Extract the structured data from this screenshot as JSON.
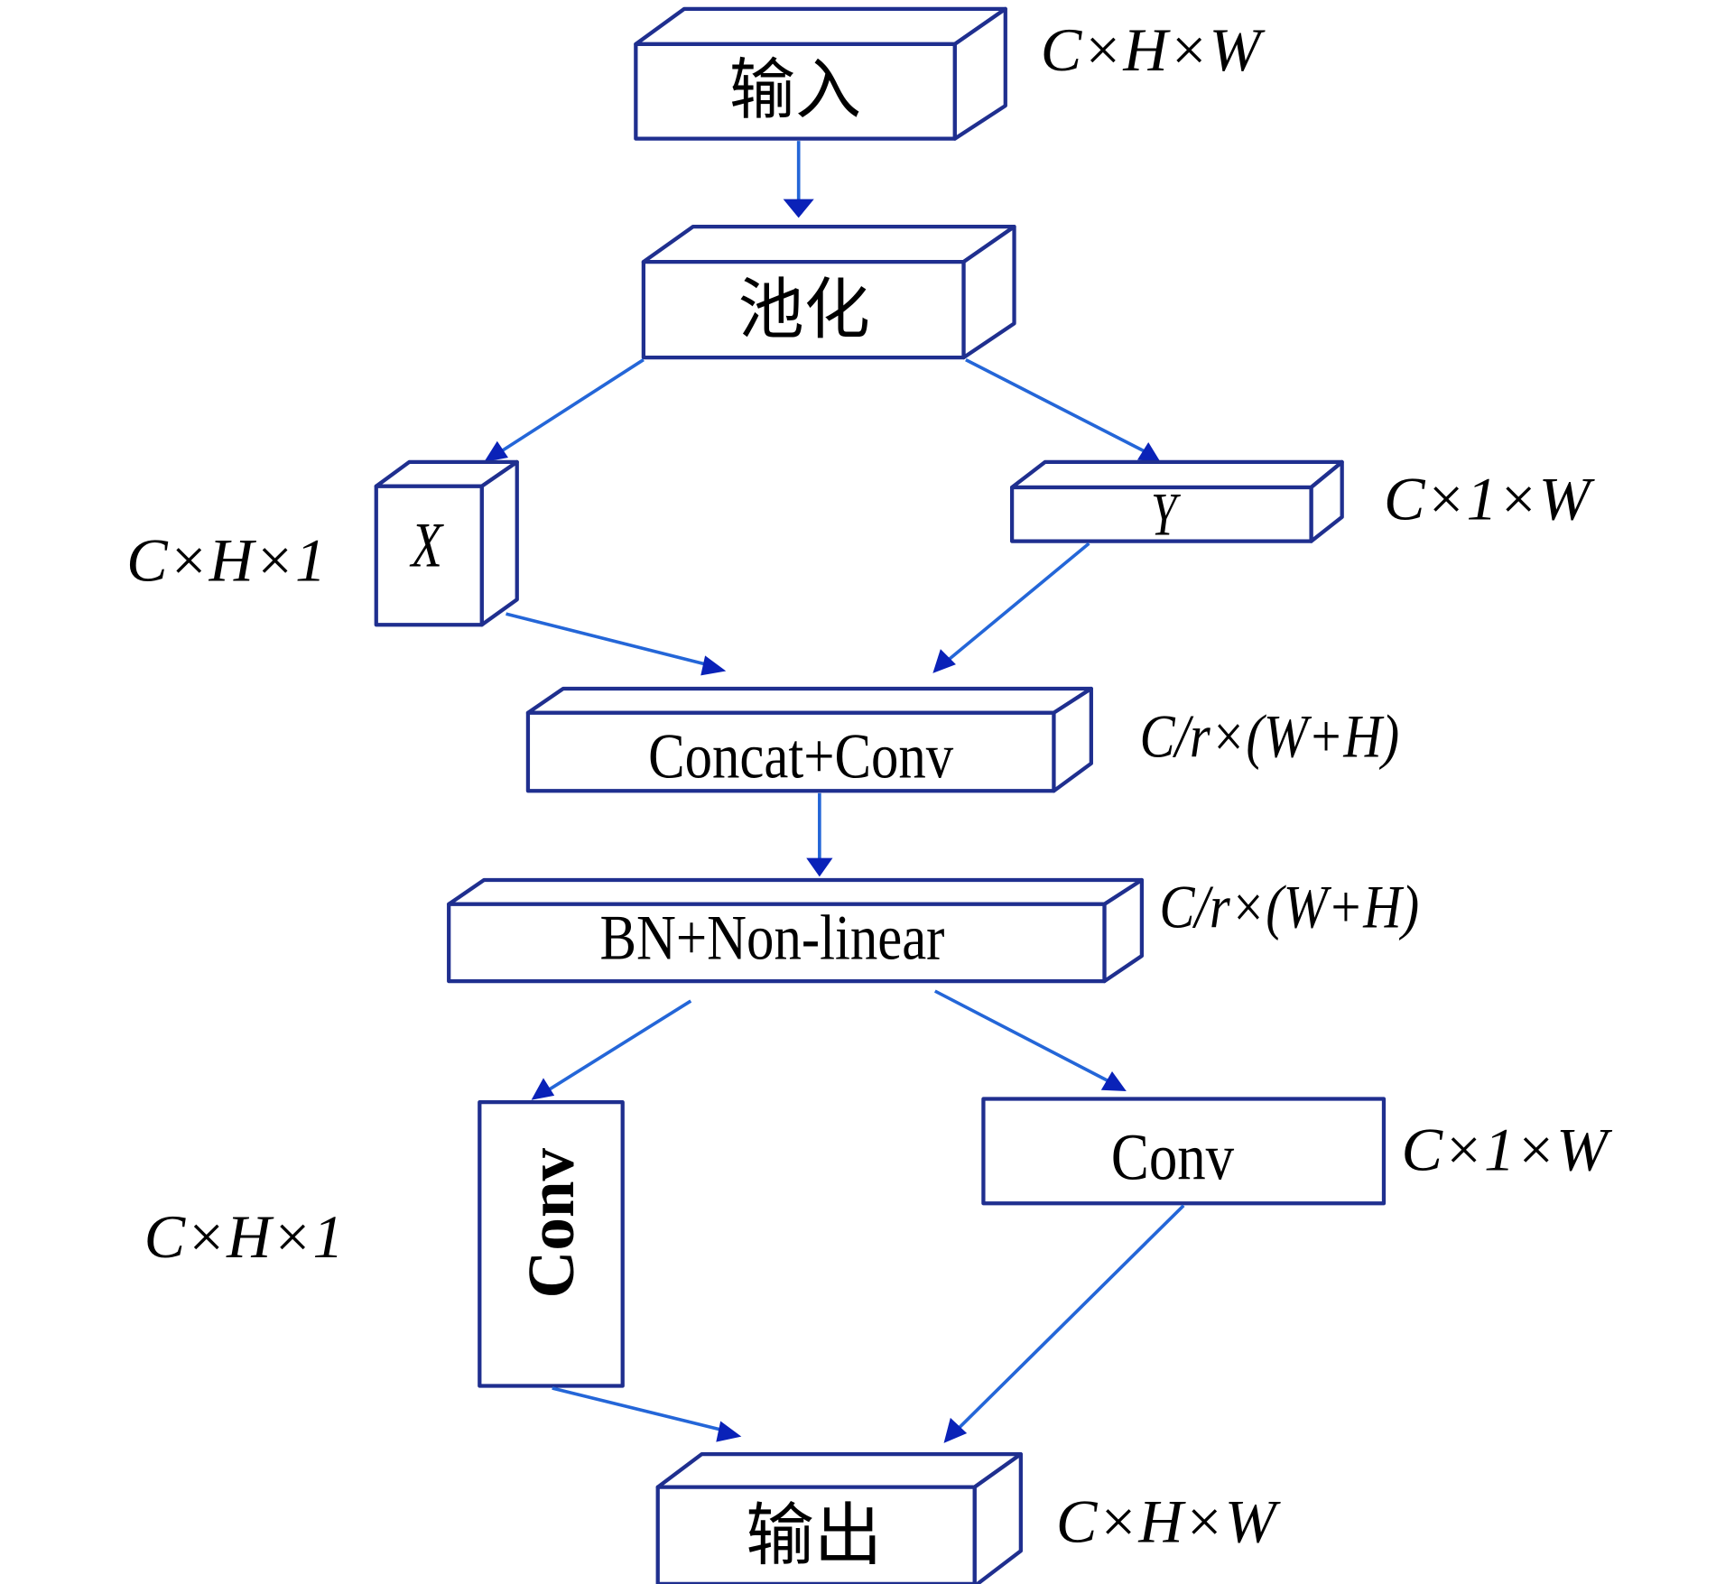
{
  "diagram": {
    "type": "flowchart",
    "nodes": [
      {
        "id": "input",
        "label": "输入",
        "dims": "C×H×W"
      },
      {
        "id": "pool",
        "label": "池化",
        "dims": ""
      },
      {
        "id": "x",
        "label": "X",
        "dims": "C×H×1"
      },
      {
        "id": "y",
        "label": "Y",
        "dims": "C×1×W"
      },
      {
        "id": "concat",
        "label": "Concat+Conv",
        "dims": "C/r×(W+H)"
      },
      {
        "id": "bn",
        "label": "BN+Non-linear",
        "dims": "C/r×(W+H)"
      },
      {
        "id": "conv_h",
        "label": "Conv",
        "dims": "C×H×1"
      },
      {
        "id": "conv_w",
        "label": "Conv",
        "dims": "C×1×W"
      },
      {
        "id": "output",
        "label": "输出",
        "dims": "C×H×W"
      }
    ],
    "edges": [
      [
        "input",
        "pool"
      ],
      [
        "pool",
        "x"
      ],
      [
        "pool",
        "y"
      ],
      [
        "x",
        "concat"
      ],
      [
        "y",
        "concat"
      ],
      [
        "concat",
        "bn"
      ],
      [
        "bn",
        "conv_h"
      ],
      [
        "bn",
        "conv_w"
      ],
      [
        "conv_h",
        "output"
      ],
      [
        "conv_w",
        "output"
      ]
    ],
    "colors": {
      "box_stroke": "#1f2f8f",
      "arrow": "#2466d8",
      "arrow_head": "#0a22b8"
    }
  }
}
